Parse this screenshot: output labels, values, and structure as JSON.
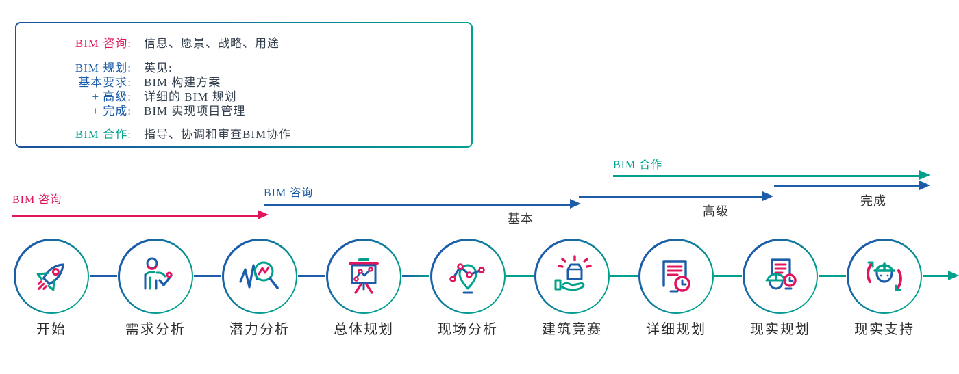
{
  "colors": {
    "pink": "#e0155e",
    "blue": "#1c5ca8",
    "teal": "#00a08d",
    "legend_value_text": "#333f4d",
    "step_label_text": "#2b2b2b"
  },
  "legend": {
    "rows": [
      {
        "label": "BIM 咨询:",
        "value": "信息、愿景、战略、用途",
        "color": "pink"
      },
      {
        "label": "BIM 规划:",
        "value": "英见:",
        "color": "blue"
      },
      {
        "label": "基本要求:",
        "value": "BIM 构建方案",
        "color": "blue"
      },
      {
        "label": "+ 高级:",
        "value": "详细的 BIM 规划",
        "color": "blue"
      },
      {
        "label": "+ 完成:",
        "value": "BIM 实现项目管理",
        "color": "blue"
      },
      {
        "label": "BIM 合作:",
        "value": "指导、协调和审查BIM协作",
        "color": "teal"
      }
    ]
  },
  "timeline": {
    "bars": [
      {
        "name": "consulting",
        "label": "BIM 咨询",
        "sublabel": "",
        "color": "#e0155e"
      },
      {
        "name": "planning-basic",
        "label": "BIM 咨询",
        "sublabel": "基本",
        "color": "#1c5ca8"
      },
      {
        "name": "planning-advanced",
        "label": "",
        "sublabel": "高级",
        "color": "#1c5ca8"
      },
      {
        "name": "planning-complete",
        "label": "",
        "sublabel": "完成",
        "color": "#1c5ca8"
      },
      {
        "name": "collaboration",
        "label": "BIM 合作",
        "sublabel": "",
        "color": "#00a08d"
      }
    ]
  },
  "steps": [
    {
      "label": "开始",
      "icon": "rocket-icon"
    },
    {
      "label": "需求分析",
      "icon": "person-check-icon"
    },
    {
      "label": "潜力分析",
      "icon": "magnifier-chart-icon"
    },
    {
      "label": "总体规划",
      "icon": "presentation-chart-icon"
    },
    {
      "label": "现场分析",
      "icon": "location-route-icon"
    },
    {
      "label": "建筑竞赛",
      "icon": "hand-box-icon"
    },
    {
      "label": "详细规划",
      "icon": "document-clock-icon"
    },
    {
      "label": "现实规划",
      "icon": "document-hardhat-icon"
    },
    {
      "label": "现实支持",
      "icon": "hardhat-sync-icon"
    }
  ]
}
